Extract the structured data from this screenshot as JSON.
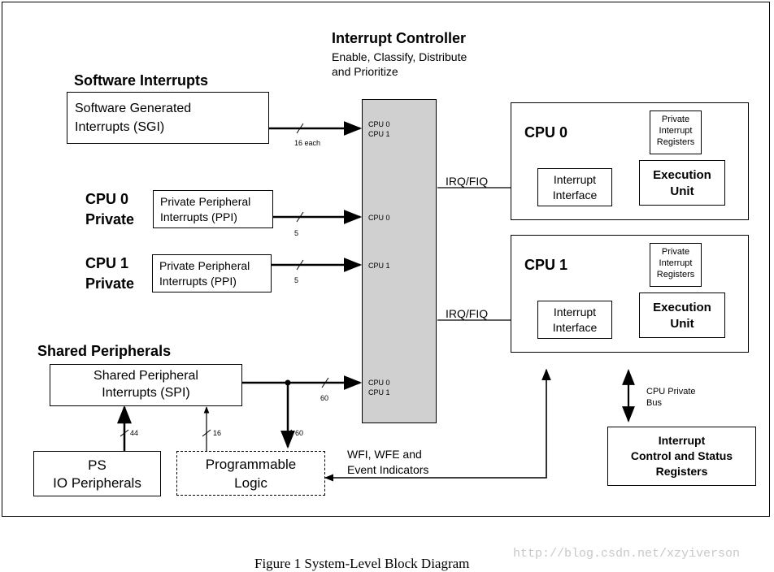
{
  "controller": {
    "title": "Interrupt Controller",
    "subtitle_line1": "Enable, Classify, Distribute",
    "subtitle_line2": "and Prioritize",
    "port_sgi_cpu0": "CPU 0",
    "port_sgi_cpu1": "CPU 1",
    "port_ppi0": "CPU 0",
    "port_ppi1": "CPU 1",
    "port_spi_cpu0": "CPU 0",
    "port_spi_cpu1": "CPU 1"
  },
  "software": {
    "heading": "Software Interrupts",
    "box_line1": "Software Generated",
    "box_line2": "Interrupts (SGI)",
    "bus_label": "16 each"
  },
  "cpu0_private": {
    "heading_line1": "CPU 0",
    "heading_line2": "Private",
    "box_line1": "Private Peripheral",
    "box_line2": "Interrupts (PPI)",
    "bus_label": "5"
  },
  "cpu1_private": {
    "heading_line1": "CPU 1",
    "heading_line2": "Private",
    "box_line1": "Private Peripheral",
    "box_line2": "Interrupts (PPI)",
    "bus_label": "5"
  },
  "shared": {
    "heading": "Shared Peripherals",
    "box_line1": "Shared Peripheral",
    "box_line2": "Interrupts (SPI)",
    "bus_label": "60",
    "pl_bus_label": "60"
  },
  "ps_io": {
    "line1": "PS",
    "line2": "IO Peripherals",
    "bus_label": "44"
  },
  "pl": {
    "line1": "Programmable",
    "line2": "Logic",
    "bus_label": "16"
  },
  "cpu0": {
    "title": "CPU 0",
    "irq": "IRQ/FIQ",
    "iface_line1": "Interrupt",
    "iface_line2": "Interface",
    "exec_line1": "Execution",
    "exec_line2": "Unit",
    "priv_line1": "Private",
    "priv_line2": "Interrupt",
    "priv_line3": "Registers"
  },
  "cpu1": {
    "title": "CPU 1",
    "irq": "IRQ/FIQ",
    "iface_line1": "Interrupt",
    "iface_line2": "Interface",
    "exec_line1": "Execution",
    "exec_line2": "Unit",
    "priv_line1": "Private",
    "priv_line2": "Interrupt",
    "priv_line3": "Registers"
  },
  "wfi": {
    "line1": "WFI, WFE and",
    "line2": "Event Indicators"
  },
  "private_bus": {
    "line1": "CPU Private",
    "line2": "Bus"
  },
  "icsr": {
    "line1": "Interrupt",
    "line2": "Control and Status",
    "line3": "Registers"
  },
  "caption": "Figure 1 System-Level Block Diagram",
  "watermark": "http://blog.csdn.net/xzyiverson"
}
